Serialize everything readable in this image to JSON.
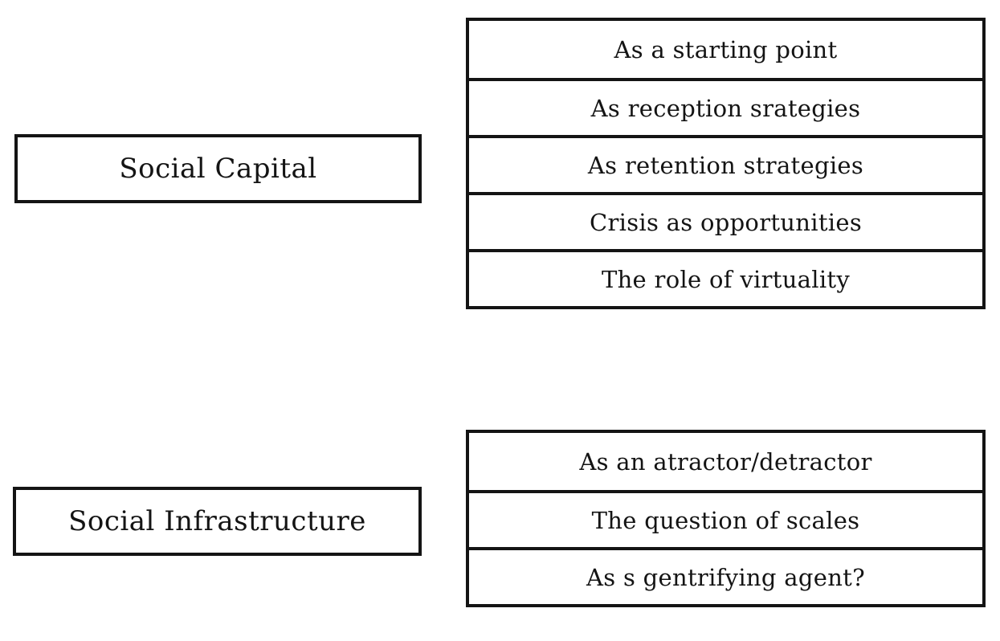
{
  "diagram": {
    "colors": {
      "border": "#141414",
      "text": "#141414",
      "background": "#ffffff"
    },
    "groups": [
      {
        "label": "Social Capital",
        "items": [
          "As a starting point",
          "As reception srategies",
          "As retention strategies",
          "Crisis as opportunities",
          "The role of virtuality"
        ]
      },
      {
        "label": "Social Infrastructure",
        "items": [
          "As an atractor/detractor",
          "The question of scales",
          "As s gentrifying agent?"
        ]
      }
    ]
  }
}
